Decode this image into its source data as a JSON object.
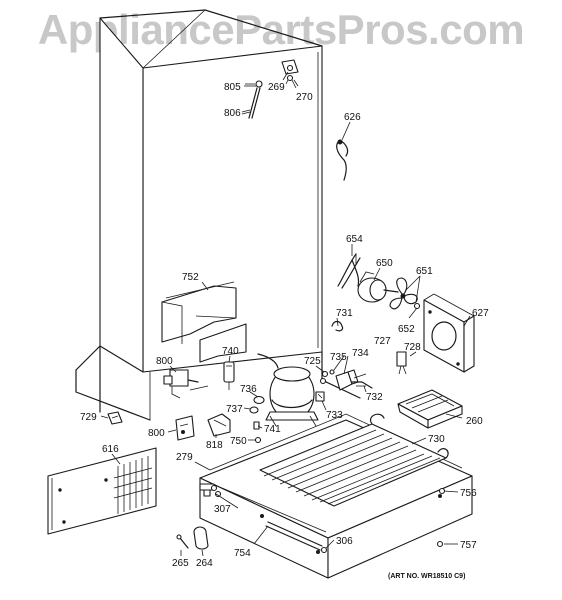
{
  "watermark": "AppliancePartsPros.com",
  "art_number": "(ART NO. WR18510 C9)",
  "labels": {
    "l805": "805",
    "l269": "269",
    "l270": "270",
    "l806": "806",
    "l626": "626",
    "l654": "654",
    "l650": "650",
    "l651": "651",
    "l752": "752",
    "l731": "731",
    "l652": "652",
    "l627": "627",
    "l727": "727",
    "l728": "728",
    "l800a": "800",
    "l740": "740",
    "l725": "725",
    "l735": "735",
    "l734": "734",
    "l736": "736",
    "l732": "732",
    "l729": "729",
    "l737": "737",
    "l733": "733",
    "l260": "260",
    "l800b": "800",
    "l741": "741",
    "l818": "818",
    "l750": "750",
    "l730": "730",
    "l616": "616",
    "l279": "279",
    "l756": "756",
    "l307": "307",
    "l306": "306",
    "l754": "754",
    "l757": "757",
    "l265": "265",
    "l264": "264"
  }
}
